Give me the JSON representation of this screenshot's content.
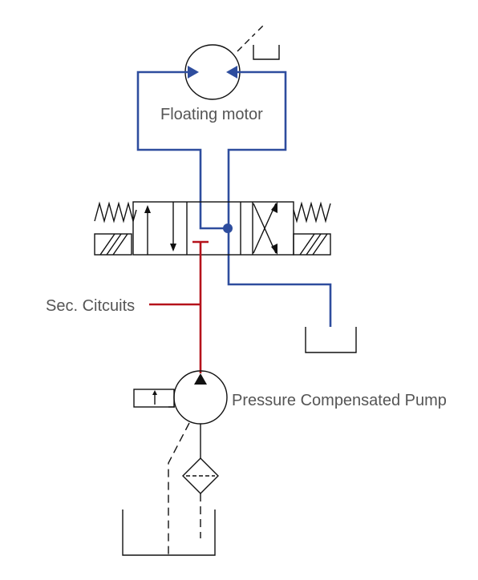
{
  "labels": {
    "motor": "Floating motor",
    "secondary": "Sec. Citcuits",
    "pump": "Pressure Compensated Pump"
  },
  "colors": {
    "pressure_line": "#b5121b",
    "flow_line": "#2e4d9e",
    "symbol_stroke": "#111111"
  },
  "icons": [
    "hydraulic-motor-icon",
    "tank-icon",
    "directional-valve-icon",
    "spring-icon",
    "solenoid-icon",
    "pump-icon",
    "filter-icon"
  ]
}
